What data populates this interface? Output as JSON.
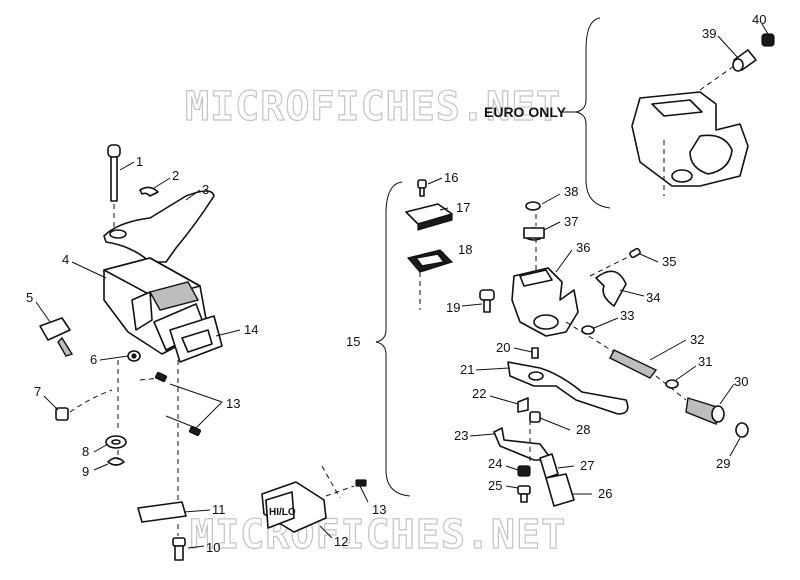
{
  "watermarks": [
    "MICROFICHES.NET",
    "MICROFICHES.NET"
  ],
  "euro_label": "EURO ONLY",
  "switch_label": "HI/LO",
  "callouts": [
    "1",
    "2",
    "3",
    "4",
    "5",
    "6",
    "7",
    "8",
    "9",
    "10",
    "11",
    "12",
    "13",
    "13",
    "14",
    "15",
    "16",
    "17",
    "18",
    "19",
    "20",
    "21",
    "22",
    "23",
    "24",
    "25",
    "26",
    "27",
    "28",
    "29",
    "30",
    "31",
    "32",
    "33",
    "34",
    "35",
    "36",
    "37",
    "38",
    "39",
    "40"
  ]
}
